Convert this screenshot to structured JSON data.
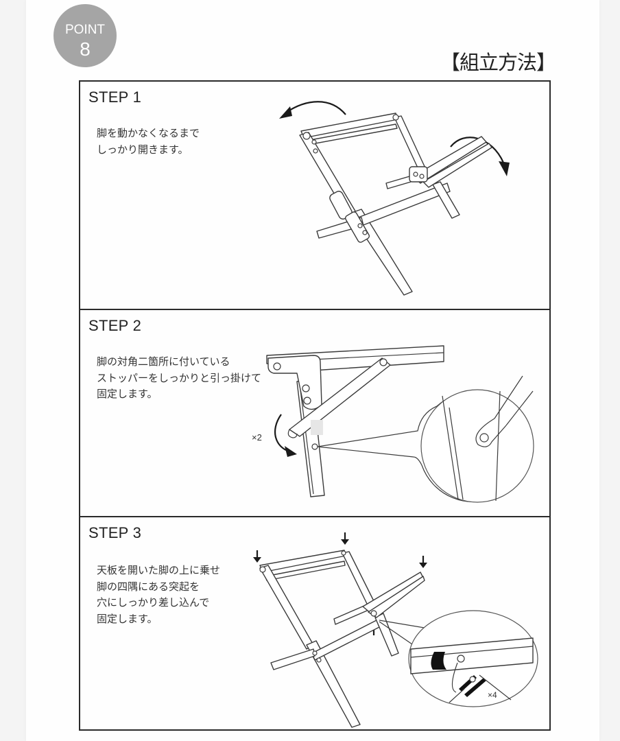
{
  "badge": {
    "label": "POINT",
    "number": "8",
    "color": "#a5a5a5"
  },
  "section_title": "【組立方法】",
  "steps": [
    {
      "heading": "STEP 1",
      "text": "脚を動かなくなるまで\nしっかり開きます。",
      "illustration": "folding-table-legs-opening",
      "icons": [
        "rotate-left-arrow-icon",
        "rotate-down-arrow-icon"
      ]
    },
    {
      "heading": "STEP 2",
      "text": "脚の対角二箇所に付いている\nストッパーをしっかりと引っ掛けて\n固定します。",
      "illustration": "stopper-hook-detail",
      "multiplier": "×2",
      "icons": [
        "curved-arrow-icon",
        "magnifier-callout-icon"
      ]
    },
    {
      "heading": "STEP 3",
      "text": "天板を開いた脚の上に乗せ\n脚の四隅にある突起を\n穴にしっかり差し込んで\n固定します。",
      "illustration": "tabletop-placement",
      "multiplier": "×4",
      "icons": [
        "down-arrow-icon",
        "up-arrow-icon",
        "magnifier-callout-icon"
      ]
    }
  ]
}
